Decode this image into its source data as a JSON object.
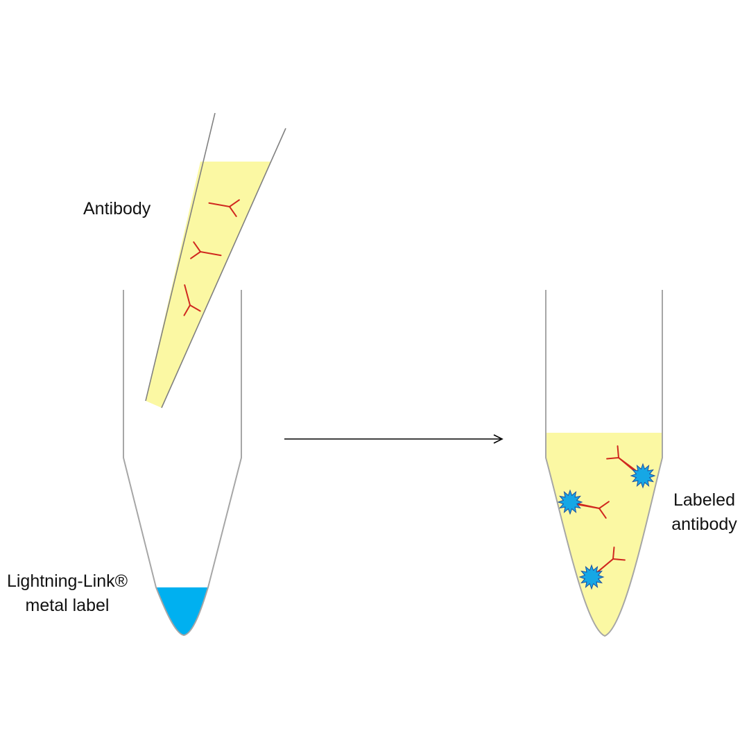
{
  "labels": {
    "antibody": "Antibody",
    "metal_label": {
      "line1": "Lightning-Link®",
      "line2": "metal label"
    },
    "labeled_antibody": {
      "line1": "Labeled",
      "line2": "antibody"
    }
  },
  "colors": {
    "tube_outline": "#a6a6a6",
    "antibody_liquid": "#fbf8a3",
    "metal_label_liquid": "#00b0f0",
    "antibody_strokes": "#d0281f",
    "metal_particle": "#16a7e5",
    "metal_particle_edge": "#1c4fa0",
    "arrow": "#000000"
  },
  "icons": {
    "pipette": "pipette-tip-icon",
    "tube": "microcentrifuge-tube-icon",
    "antibody": "y-shaped-antibody-icon",
    "metal": "star-burst-metal-icon"
  }
}
